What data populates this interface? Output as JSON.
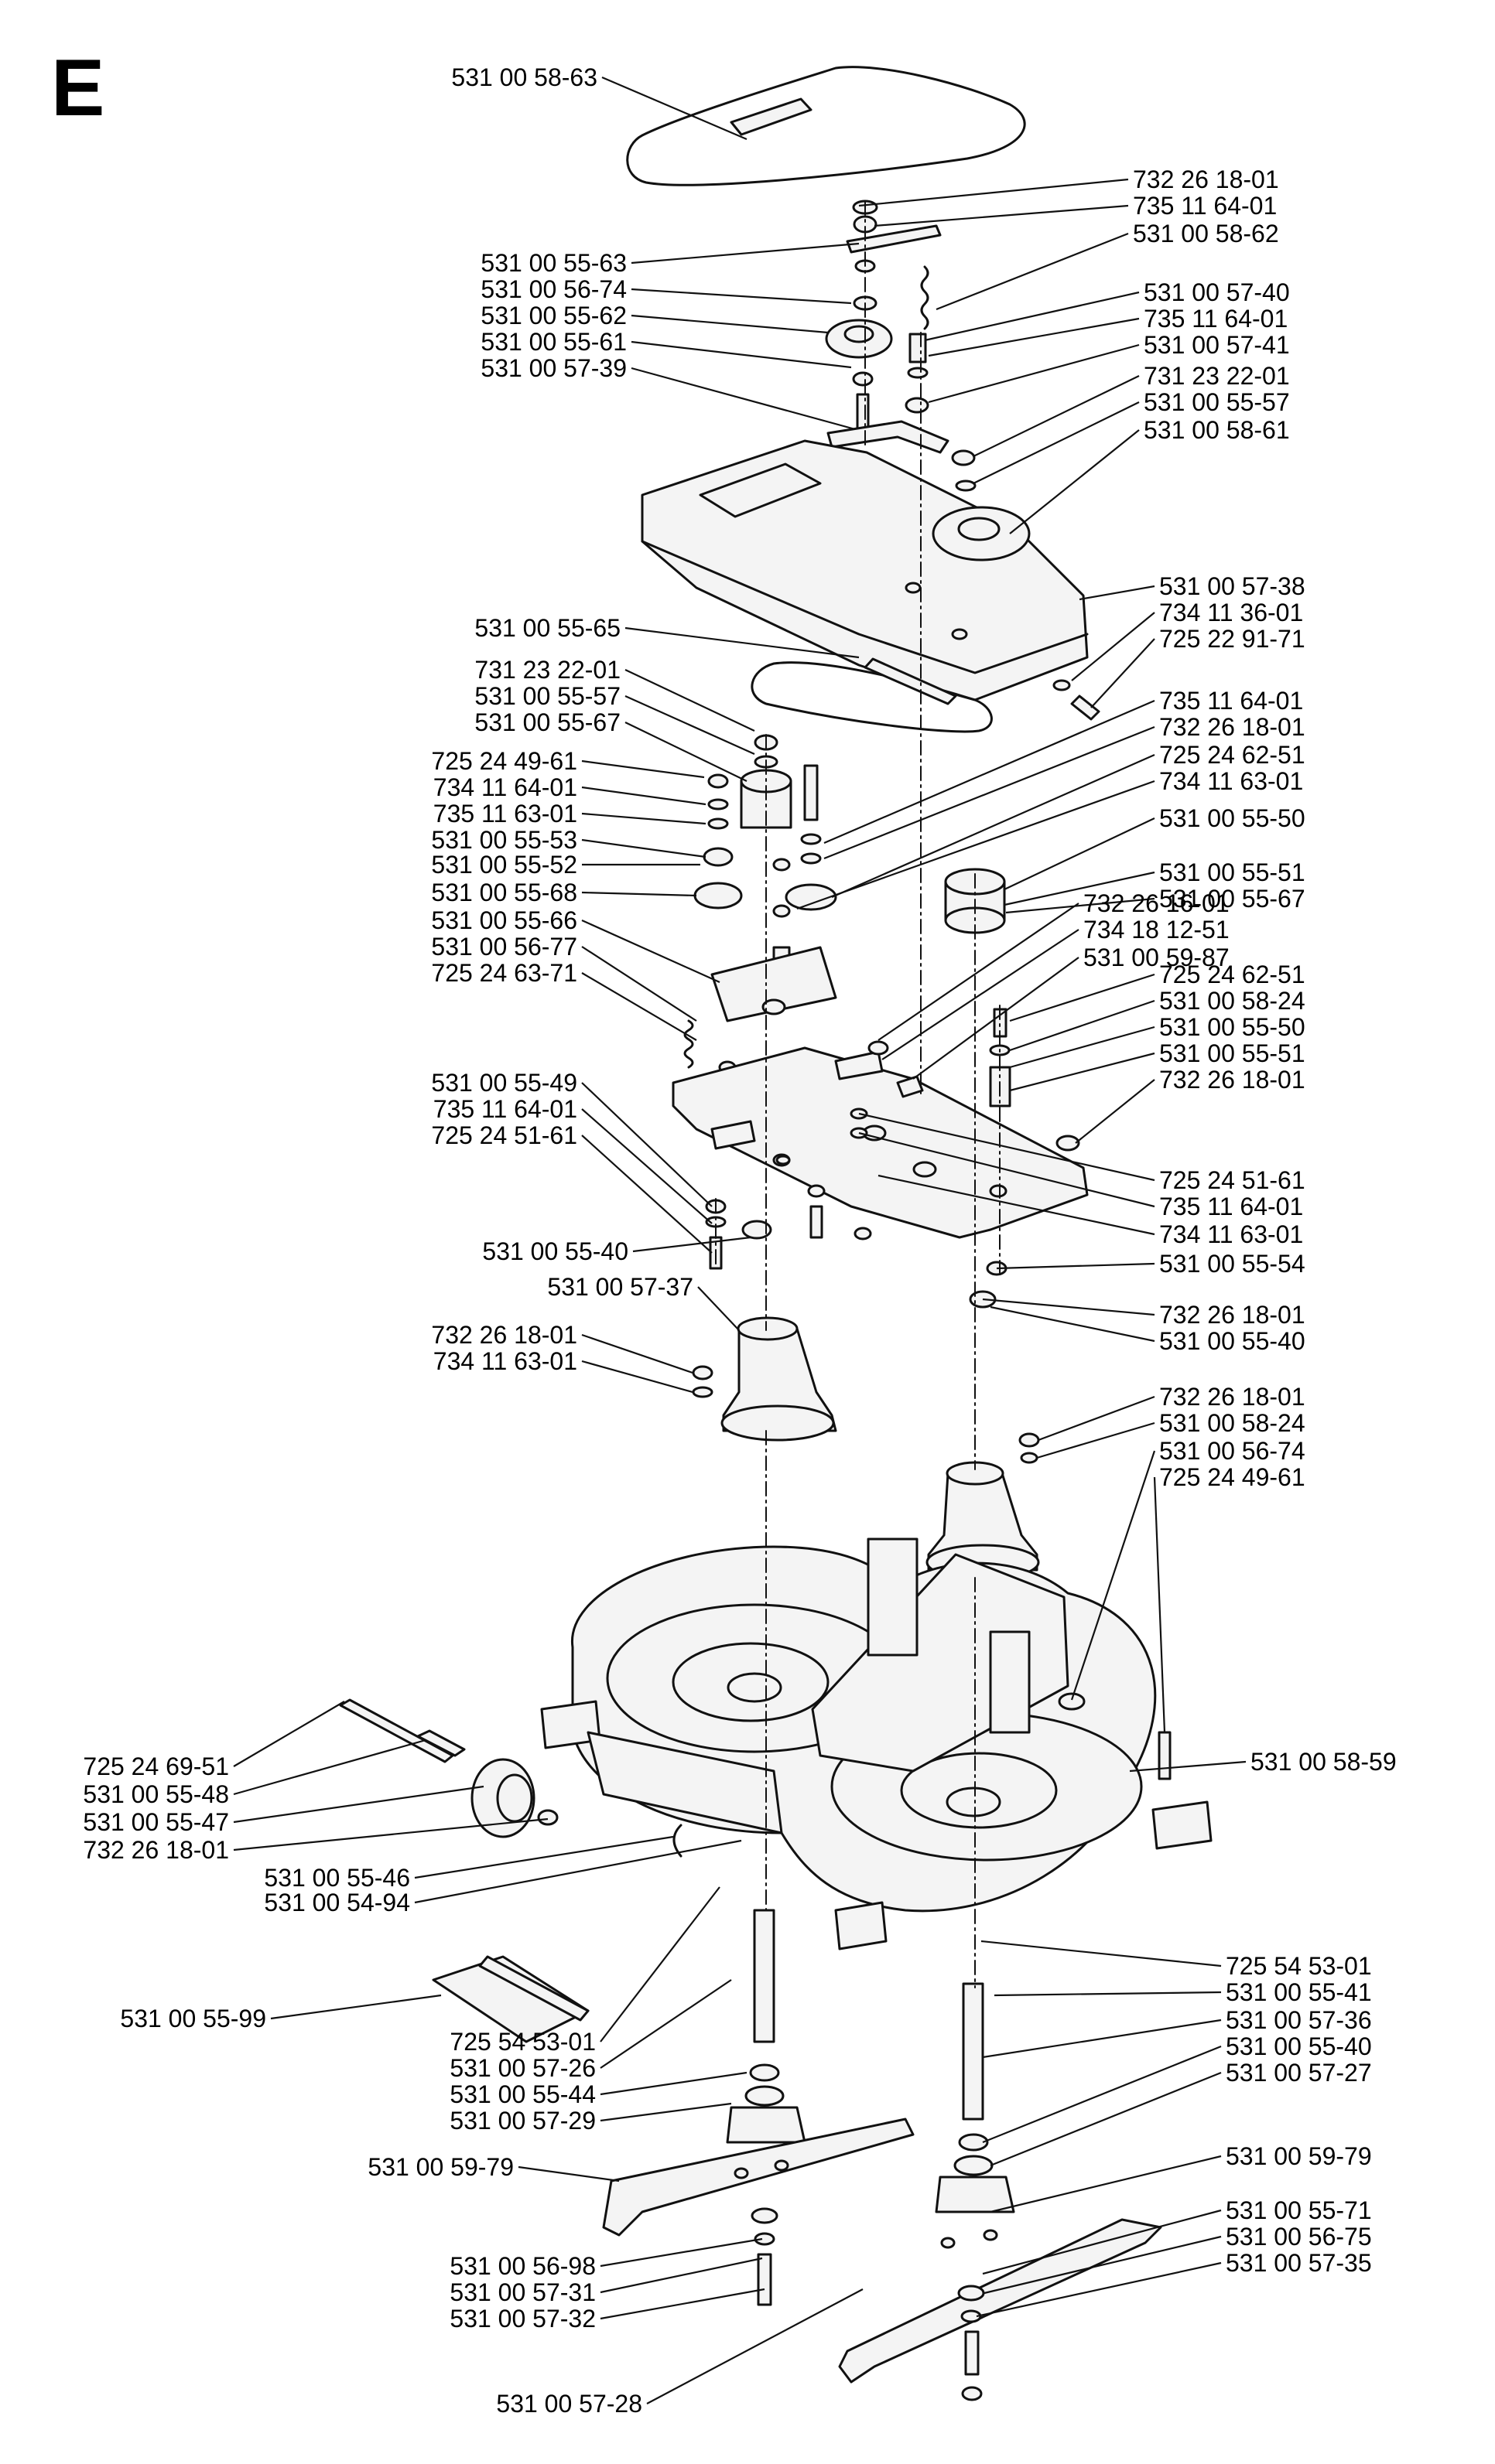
{
  "sheet_letter": "E",
  "parts": [
    {
      "id": "p001",
      "number": "531 00 58-63"
    },
    {
      "id": "p002",
      "number": "732 26 18-01"
    },
    {
      "id": "p003",
      "number": "735 11 64-01"
    },
    {
      "id": "p004",
      "number": "531 00 58-62"
    },
    {
      "id": "p005",
      "number": "531 00 55-63"
    },
    {
      "id": "p006",
      "number": "531 00 56-74"
    },
    {
      "id": "p007",
      "number": "531 00 55-62"
    },
    {
      "id": "p008",
      "number": "531 00 55-61"
    },
    {
      "id": "p009",
      "number": "531 00 57-39"
    },
    {
      "id": "p010",
      "number": "531 00 57-40"
    },
    {
      "id": "p011",
      "number": "735 11 64-01"
    },
    {
      "id": "p012",
      "number": "531 00 57-41"
    },
    {
      "id": "p013",
      "number": "731 23 22-01"
    },
    {
      "id": "p014",
      "number": "531 00 55-57"
    },
    {
      "id": "p015",
      "number": "531 00 58-61"
    },
    {
      "id": "p016",
      "number": "531 00 57-38"
    },
    {
      "id": "p017",
      "number": "734 11 36-01"
    },
    {
      "id": "p018",
      "number": "725 22 91-71"
    },
    {
      "id": "p019",
      "number": "531 00 55-65"
    },
    {
      "id": "p020",
      "number": "731 23 22-01"
    },
    {
      "id": "p021",
      "number": "531 00 55-57"
    },
    {
      "id": "p022",
      "number": "531 00 55-67"
    },
    {
      "id": "p023",
      "number": "725 24 49-61"
    },
    {
      "id": "p024",
      "number": "734 11 64-01"
    },
    {
      "id": "p025",
      "number": "735 11 63-01"
    },
    {
      "id": "p026",
      "number": "531 00 55-53"
    },
    {
      "id": "p027",
      "number": "531 00 55-52"
    },
    {
      "id": "p028",
      "number": "531 00 55-68"
    },
    {
      "id": "p029",
      "number": "531 00 55-66"
    },
    {
      "id": "p030",
      "number": "531 00 56-77"
    },
    {
      "id": "p031",
      "number": "725 24 63-71"
    },
    {
      "id": "p032",
      "number": "735 11 64-01"
    },
    {
      "id": "p033",
      "number": "732 26 18-01"
    },
    {
      "id": "p034",
      "number": "725 24 62-51"
    },
    {
      "id": "p035",
      "number": "734 11 63-01"
    },
    {
      "id": "p036",
      "number": "531 00 55-50"
    },
    {
      "id": "p037",
      "number": "531 00 55-51"
    },
    {
      "id": "p038",
      "number": "531 00 55-67"
    },
    {
      "id": "p039",
      "number": "732 26 16-01"
    },
    {
      "id": "p040",
      "number": "734 18 12-51"
    },
    {
      "id": "p041",
      "number": "531 00 59-87"
    },
    {
      "id": "p042",
      "number": "725 24 62-51"
    },
    {
      "id": "p043",
      "number": "531 00 58-24"
    },
    {
      "id": "p044",
      "number": "531 00 55-50"
    },
    {
      "id": "p045",
      "number": "531 00 55-51"
    },
    {
      "id": "p046",
      "number": "732 26 18-01"
    },
    {
      "id": "p047",
      "number": "531 00 55-49"
    },
    {
      "id": "p048",
      "number": "735 11 64-01"
    },
    {
      "id": "p049",
      "number": "725 24 51-61"
    },
    {
      "id": "p050",
      "number": "725 24 51-61"
    },
    {
      "id": "p051",
      "number": "735 11 64-01"
    },
    {
      "id": "p052",
      "number": "734 11 63-01"
    },
    {
      "id": "p053",
      "number": "531 00 55-54"
    },
    {
      "id": "p054",
      "number": "531 00 55-40"
    },
    {
      "id": "p055",
      "number": "531 00 57-37"
    },
    {
      "id": "p056",
      "number": "732 26 18-01"
    },
    {
      "id": "p057",
      "number": "531 00 55-40"
    },
    {
      "id": "p058",
      "number": "732 26 18-01"
    },
    {
      "id": "p059",
      "number": "734 11 63-01"
    },
    {
      "id": "p060",
      "number": "732 26 18-01"
    },
    {
      "id": "p061",
      "number": "531 00 58-24"
    },
    {
      "id": "p062",
      "number": "531 00 56-74"
    },
    {
      "id": "p063",
      "number": "725 24 49-61"
    },
    {
      "id": "p064",
      "number": "725 24 69-51"
    },
    {
      "id": "p065",
      "number": "531 00 55-48"
    },
    {
      "id": "p066",
      "number": "531 00 55-47"
    },
    {
      "id": "p067",
      "number": "732 26 18-01"
    },
    {
      "id": "p068",
      "number": "531 00 58-59"
    },
    {
      "id": "p069",
      "number": "531 00 55-46"
    },
    {
      "id": "p070",
      "number": "531 00 54-94"
    },
    {
      "id": "p071",
      "number": "531 00 55-99"
    },
    {
      "id": "p072",
      "number": "725 54 53-01"
    },
    {
      "id": "p073",
      "number": "531 00 55-41"
    },
    {
      "id": "p074",
      "number": "531 00 57-36"
    },
    {
      "id": "p075",
      "number": "531 00 55-40"
    },
    {
      "id": "p076",
      "number": "531 00 57-27"
    },
    {
      "id": "p077",
      "number": "725 54 53-01"
    },
    {
      "id": "p078",
      "number": "531 00 57-26"
    },
    {
      "id": "p079",
      "number": "531 00 55-44"
    },
    {
      "id": "p080",
      "number": "531 00 57-29"
    },
    {
      "id": "p081",
      "number": "531 00 59-79"
    },
    {
      "id": "p082",
      "number": "531 00 59-79"
    },
    {
      "id": "p083",
      "number": "531 00 55-71"
    },
    {
      "id": "p084",
      "number": "531 00 56-75"
    },
    {
      "id": "p085",
      "number": "531 00 57-35"
    },
    {
      "id": "p086",
      "number": "531 00 56-98"
    },
    {
      "id": "p087",
      "number": "531 00 57-31"
    },
    {
      "id": "p088",
      "number": "531 00 57-32"
    },
    {
      "id": "p089",
      "number": "531 00 57-28"
    }
  ]
}
